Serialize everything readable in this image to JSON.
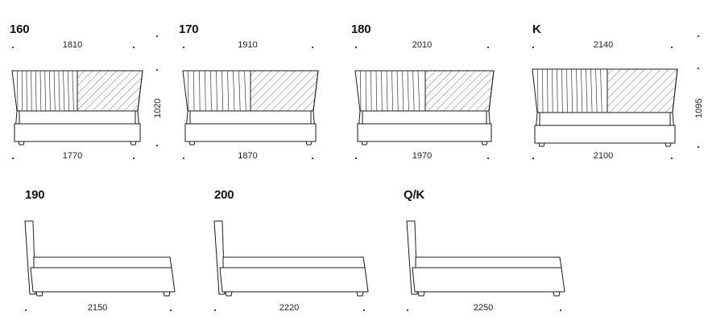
{
  "drawing": {
    "title_row1_units": [
      {
        "name": "160",
        "top_dimension": "1810",
        "bottom_dimension": "1770",
        "side_dimension": "1020",
        "side_dimension_position": "right-of-unit",
        "view": "front",
        "pleat_count": 14
      },
      {
        "name": "170",
        "top_dimension": "1910",
        "bottom_dimension": "1870",
        "side_dimension": "",
        "side_dimension_position": "none",
        "view": "front",
        "pleat_count": 12
      },
      {
        "name": "180",
        "top_dimension": "2010",
        "bottom_dimension": "1970",
        "side_dimension": "",
        "side_dimension_position": "none",
        "view": "front",
        "pleat_count": 13
      },
      {
        "name": "K",
        "top_dimension": "2140",
        "bottom_dimension": "2100",
        "side_dimension": "1095",
        "side_dimension_position": "right-of-unit",
        "view": "front",
        "pleat_count": 15
      }
    ],
    "title_row2_units": [
      {
        "name": "190",
        "bottom_dimension": "2150",
        "view": "side"
      },
      {
        "name": "200",
        "bottom_dimension": "2220",
        "view": "side"
      },
      {
        "name": "Q/K",
        "bottom_dimension": "2250",
        "view": "side"
      }
    ],
    "colors": {
      "line": "#1a1a1a",
      "hatch": "#3a3a3a",
      "background": "#ffffff",
      "text": "#111111"
    }
  }
}
